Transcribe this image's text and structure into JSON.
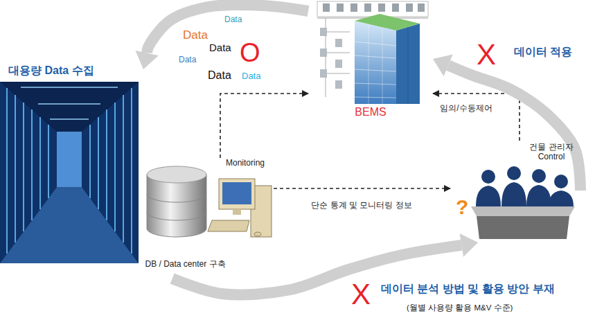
{
  "diagram": {
    "nodes": [
      {
        "text": [
          "대용량 Data 수집"
        ]
      },
      {
        "text": [
          "DB / Data center 구축"
        ]
      },
      {
        "text": [
          "Monitoring"
        ]
      },
      {
        "text": [
          "BEMS"
        ]
      },
      {
        "text": [
          "건물 관리자 Control"
        ]
      }
    ],
    "edges": [
      {
        "from": 2,
        "to": 3,
        "arrow": "to"
      },
      {
        "from": 2,
        "to": 4,
        "arrow": "to",
        "label": "단순 통계 및 모니터링 정보"
      },
      {
        "from": 4,
        "to": 3,
        "arrow": "to",
        "label": "임의/수동제어"
      },
      {
        "from": 3,
        "to": 0,
        "arrow": "to"
      },
      {
        "from": 1,
        "to": 4,
        "arrow": "to"
      },
      {
        "from": 4,
        "to": 3,
        "arrow": "to"
      }
    ],
    "labels": [
      "Data",
      "Data",
      "Data",
      "Data",
      "Data",
      "Data",
      "O",
      "X",
      "데이터 적용",
      "X",
      "데이터 분석 방법 및 활용 방안 부재",
      "(월별 사용량 활용 M&V 수준)",
      "?"
    ]
  }
}
